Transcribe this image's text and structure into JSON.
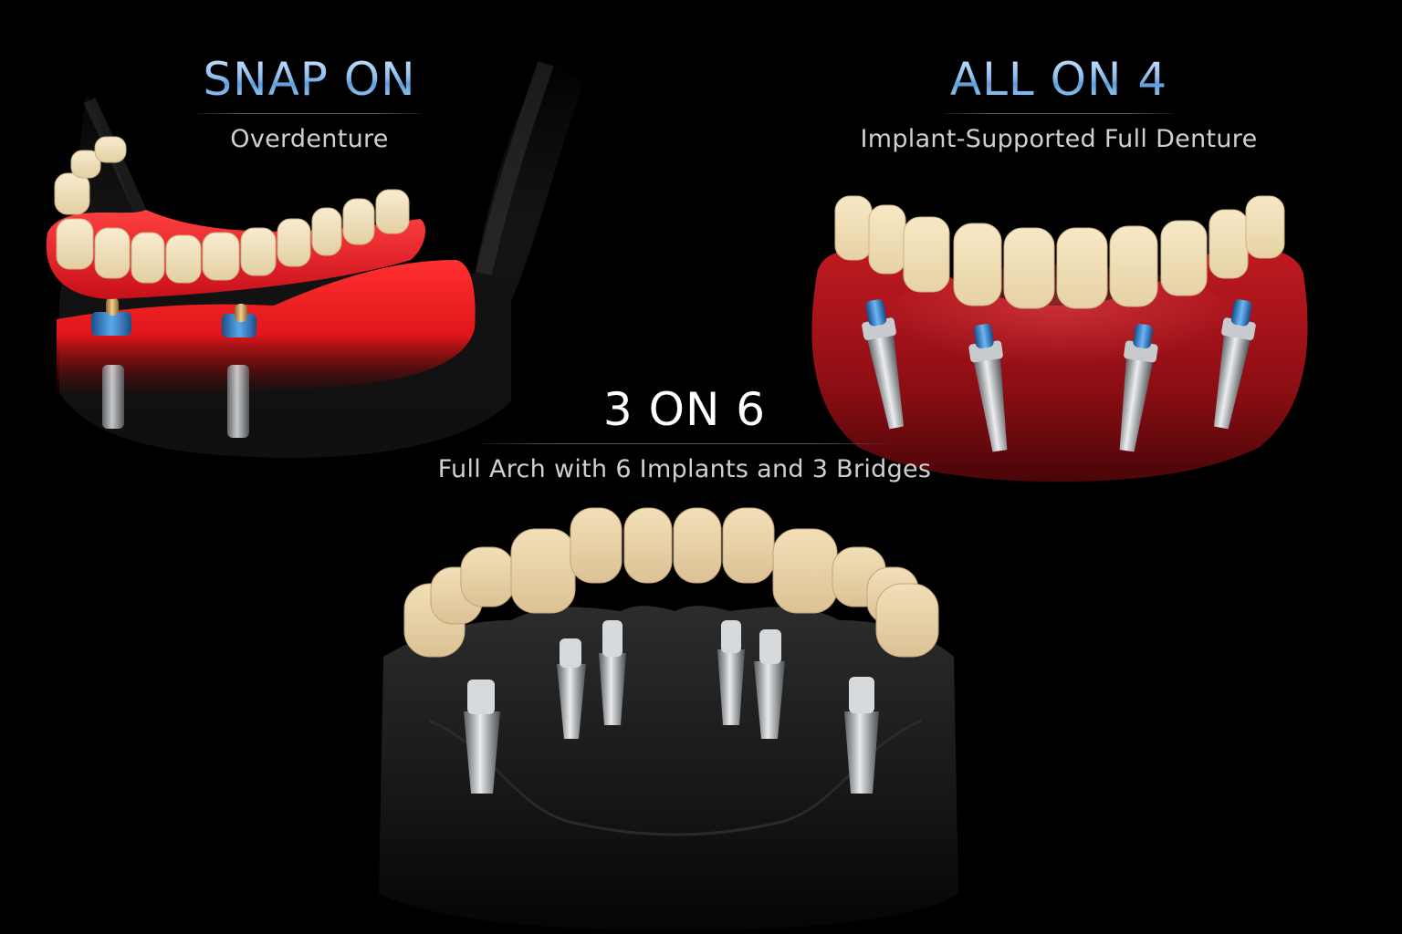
{
  "panels": [
    {
      "id": "snap-on",
      "title": "SNAP ON",
      "subtitle": "Overdenture",
      "implant_count": 2,
      "gum_color": "#e0161a",
      "title_color": "#8ebfee"
    },
    {
      "id": "all-on-4",
      "title": "ALL ON 4",
      "subtitle": "Implant-Supported Full Denture",
      "implant_count": 4,
      "gum_color": "#a01418",
      "title_color": "#8ebfee"
    },
    {
      "id": "3-on-6",
      "title": "3 ON 6",
      "subtitle": "Full Arch with 6 Implants and 3 Bridges",
      "implant_count": 6,
      "bridge_count": 3,
      "gum_color": "#1a1a1a",
      "title_color": "#ffffff"
    }
  ],
  "colors": {
    "background": "#000000",
    "tooth": "#eedcb4",
    "implant_metal": "#b8bcc0",
    "abutment_blue": "#3a86d0",
    "ball_gold": "#c8a060",
    "subtitle_text": "#d0d0d0",
    "rule": "#5a5a5a"
  }
}
